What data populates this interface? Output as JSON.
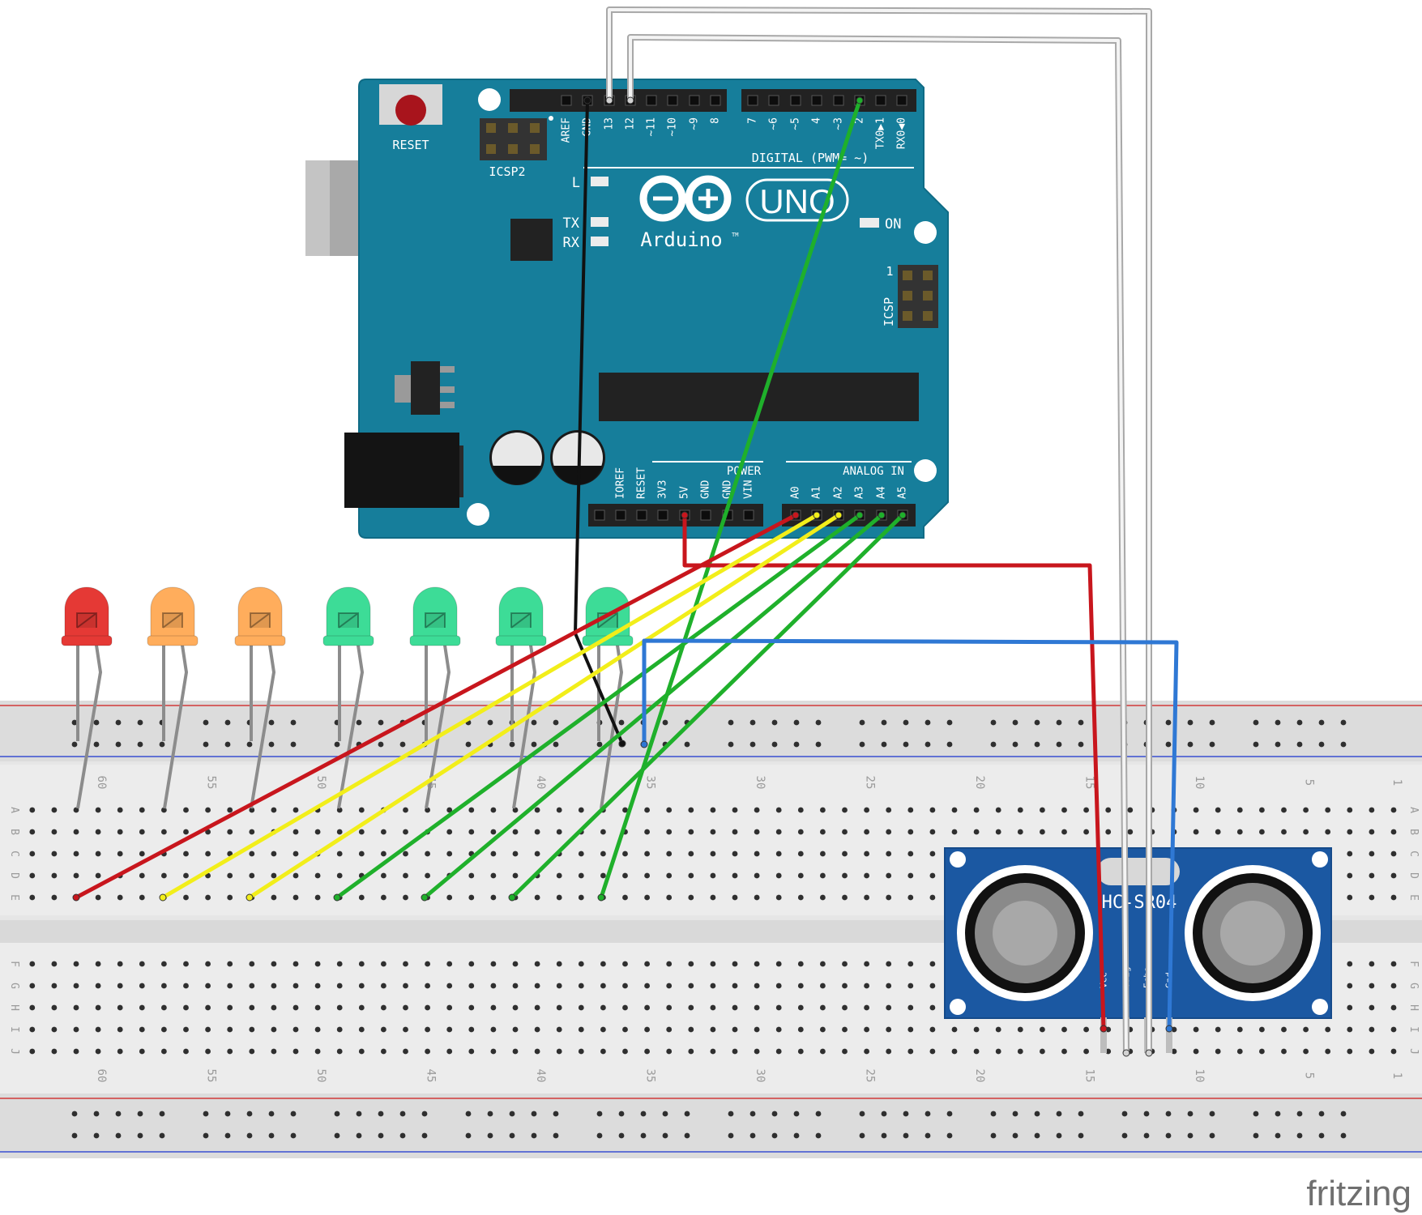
{
  "board": {
    "reset_label": "RESET",
    "icsp2_label": "ICSP2",
    "icsp_label": "ICSP",
    "icsp_pin1": "1",
    "logo_text": "Arduino",
    "tm": "TM",
    "model": "UNO",
    "led_l": "L",
    "led_tx": "TX",
    "led_rx": "RX",
    "led_on": "ON",
    "digital_header_label": "DIGITAL (PWM= ~)",
    "power_label": "POWER",
    "analog_label": "ANALOG IN",
    "digital_pins": [
      "AREF",
      "GND",
      "13",
      "12",
      "~11",
      "~10",
      "~9",
      "8",
      "7",
      "~6",
      "~5",
      "4",
      "~3",
      "2",
      "TX0▶1",
      "RX0◀0"
    ],
    "power_pins": [
      "IOREF",
      "RESET",
      "3V3",
      "5V",
      "GND",
      "GND",
      "VIN"
    ],
    "analog_pins": [
      "A0",
      "A1",
      "A2",
      "A3",
      "A4",
      "A5"
    ]
  },
  "breadboard": {
    "row_letters_top": [
      "A",
      "B",
      "C",
      "D",
      "E"
    ],
    "row_letters_bottom": [
      "F",
      "G",
      "H",
      "I",
      "J"
    ],
    "column_numbers": [
      "60",
      "55",
      "50",
      "45",
      "40",
      "35",
      "30",
      "25",
      "20",
      "15",
      "10",
      "5",
      "1"
    ]
  },
  "leds": [
    {
      "color": "red",
      "hex": "#e53935"
    },
    {
      "color": "orange",
      "hex": "#ffad5c"
    },
    {
      "color": "orange",
      "hex": "#ffad5c"
    },
    {
      "color": "green",
      "hex": "#3ddc97"
    },
    {
      "color": "green",
      "hex": "#3ddc97"
    },
    {
      "color": "green",
      "hex": "#3ddc97"
    },
    {
      "color": "green",
      "hex": "#3ddc97"
    }
  ],
  "sensor": {
    "label": "HC-SR04",
    "pins": [
      "Vcc",
      "Trig",
      "Echo",
      "Gnd"
    ]
  },
  "wire_colors": {
    "red": "#c8161d",
    "yellow": "#f2ee1a",
    "green": "#1fb02b",
    "black": "#111111",
    "blue": "#2f78d4",
    "white": "#d2d2d2"
  },
  "footer": {
    "watermark": "fritzing"
  }
}
